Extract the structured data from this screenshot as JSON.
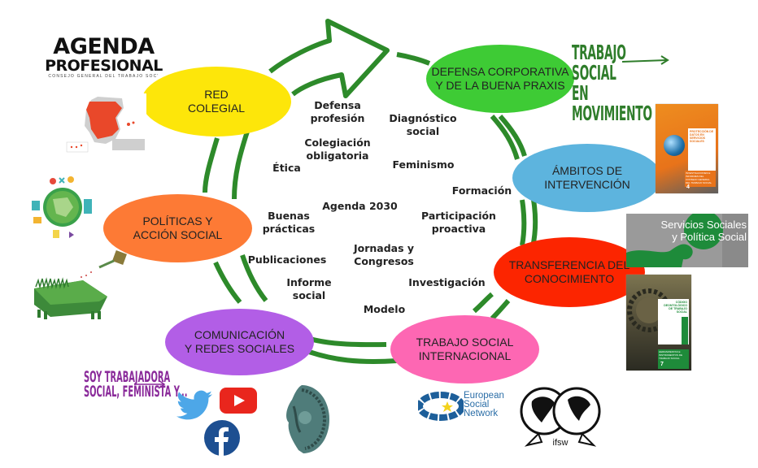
{
  "colors": {
    "ring": "#2d8a2a",
    "red_colegial": "#fde60a",
    "defensa": "#3ecb35",
    "ambitos": "#5db4de",
    "transferencia": "#fc2500",
    "trabajo_internacional": "#fd67b3",
    "comunicacion": "#b25ee6",
    "politicas": "#fd7a35"
  },
  "nodes": {
    "red_colegial": "RED\nCOLEGIAL",
    "defensa": "DEFENSA CORPORATIVA\nY DE LA BUENA PRAXIS",
    "ambitos": "ÁMBITOS DE\nINTERVENCIÓN",
    "transferencia": "TRANSFERENCIA DEL\nCONOCIMIENTO",
    "trabajo_internacional": "TRABAJO SOCIAL\nINTERNACIONAL",
    "comunicacion": "COMUNICACIÓN\nY REDES SOCIALES",
    "politicas": "POLÍTICAS Y\nACCIÓN SOCIAL"
  },
  "keywords": {
    "defensa_profesion": "Defensa\nprofesión",
    "diagnostico_social": "Diagnóstico\nsocial",
    "colegiacion": "Colegiación\nobligatoria",
    "etica": "Ética",
    "feminismo": "Feminismo",
    "formacion": "Formación",
    "agenda_2030": "Agenda 2030",
    "buenas_practicas": "Buenas\nprácticas",
    "participacion": "Participación\nproactiva",
    "jornadas": "Jornadas y\nCongresos",
    "publicaciones": "Publicaciones",
    "informe_social": "Informe\nsocial",
    "investigacion": "Investigación",
    "modelo": "Modelo"
  },
  "logos": {
    "agenda_line1": "AGENDA",
    "agenda_line2": "PROFESIONAL",
    "agenda_line3": "CONSEJO GENERAL DEL TRABAJO SOC'",
    "trabajo_social_movimiento": "TRABAJO SOCIAL\nEN MOVIMIENTO",
    "soy_trabajadora": "SOY TRABAJADORA\nSOCIAL, FEMINISTA Y...",
    "servicios_sociales": "Servicios Sociales\ny Política Social",
    "esn": "European\nSocial\nNetwork",
    "ifsw": "ifsw",
    "book1_title": "PROTECCIÓN DE DATOS EN SERVICIOS SOCIALES",
    "book1_subtitle": "INVESTIGACIONES E INFORMES DEL CONSEJO GENERAL DEL TRABAJO SOCIAL",
    "book1_number": "4",
    "book2_title": "CÓDIGO DEONTOLÓGICO DE TRABAJO SOCIAL",
    "book2_subtitle": "HERRAMIENTAS E INSTRUMENTOS DE TRABAJO SOCIAL",
    "book2_number": "7"
  }
}
